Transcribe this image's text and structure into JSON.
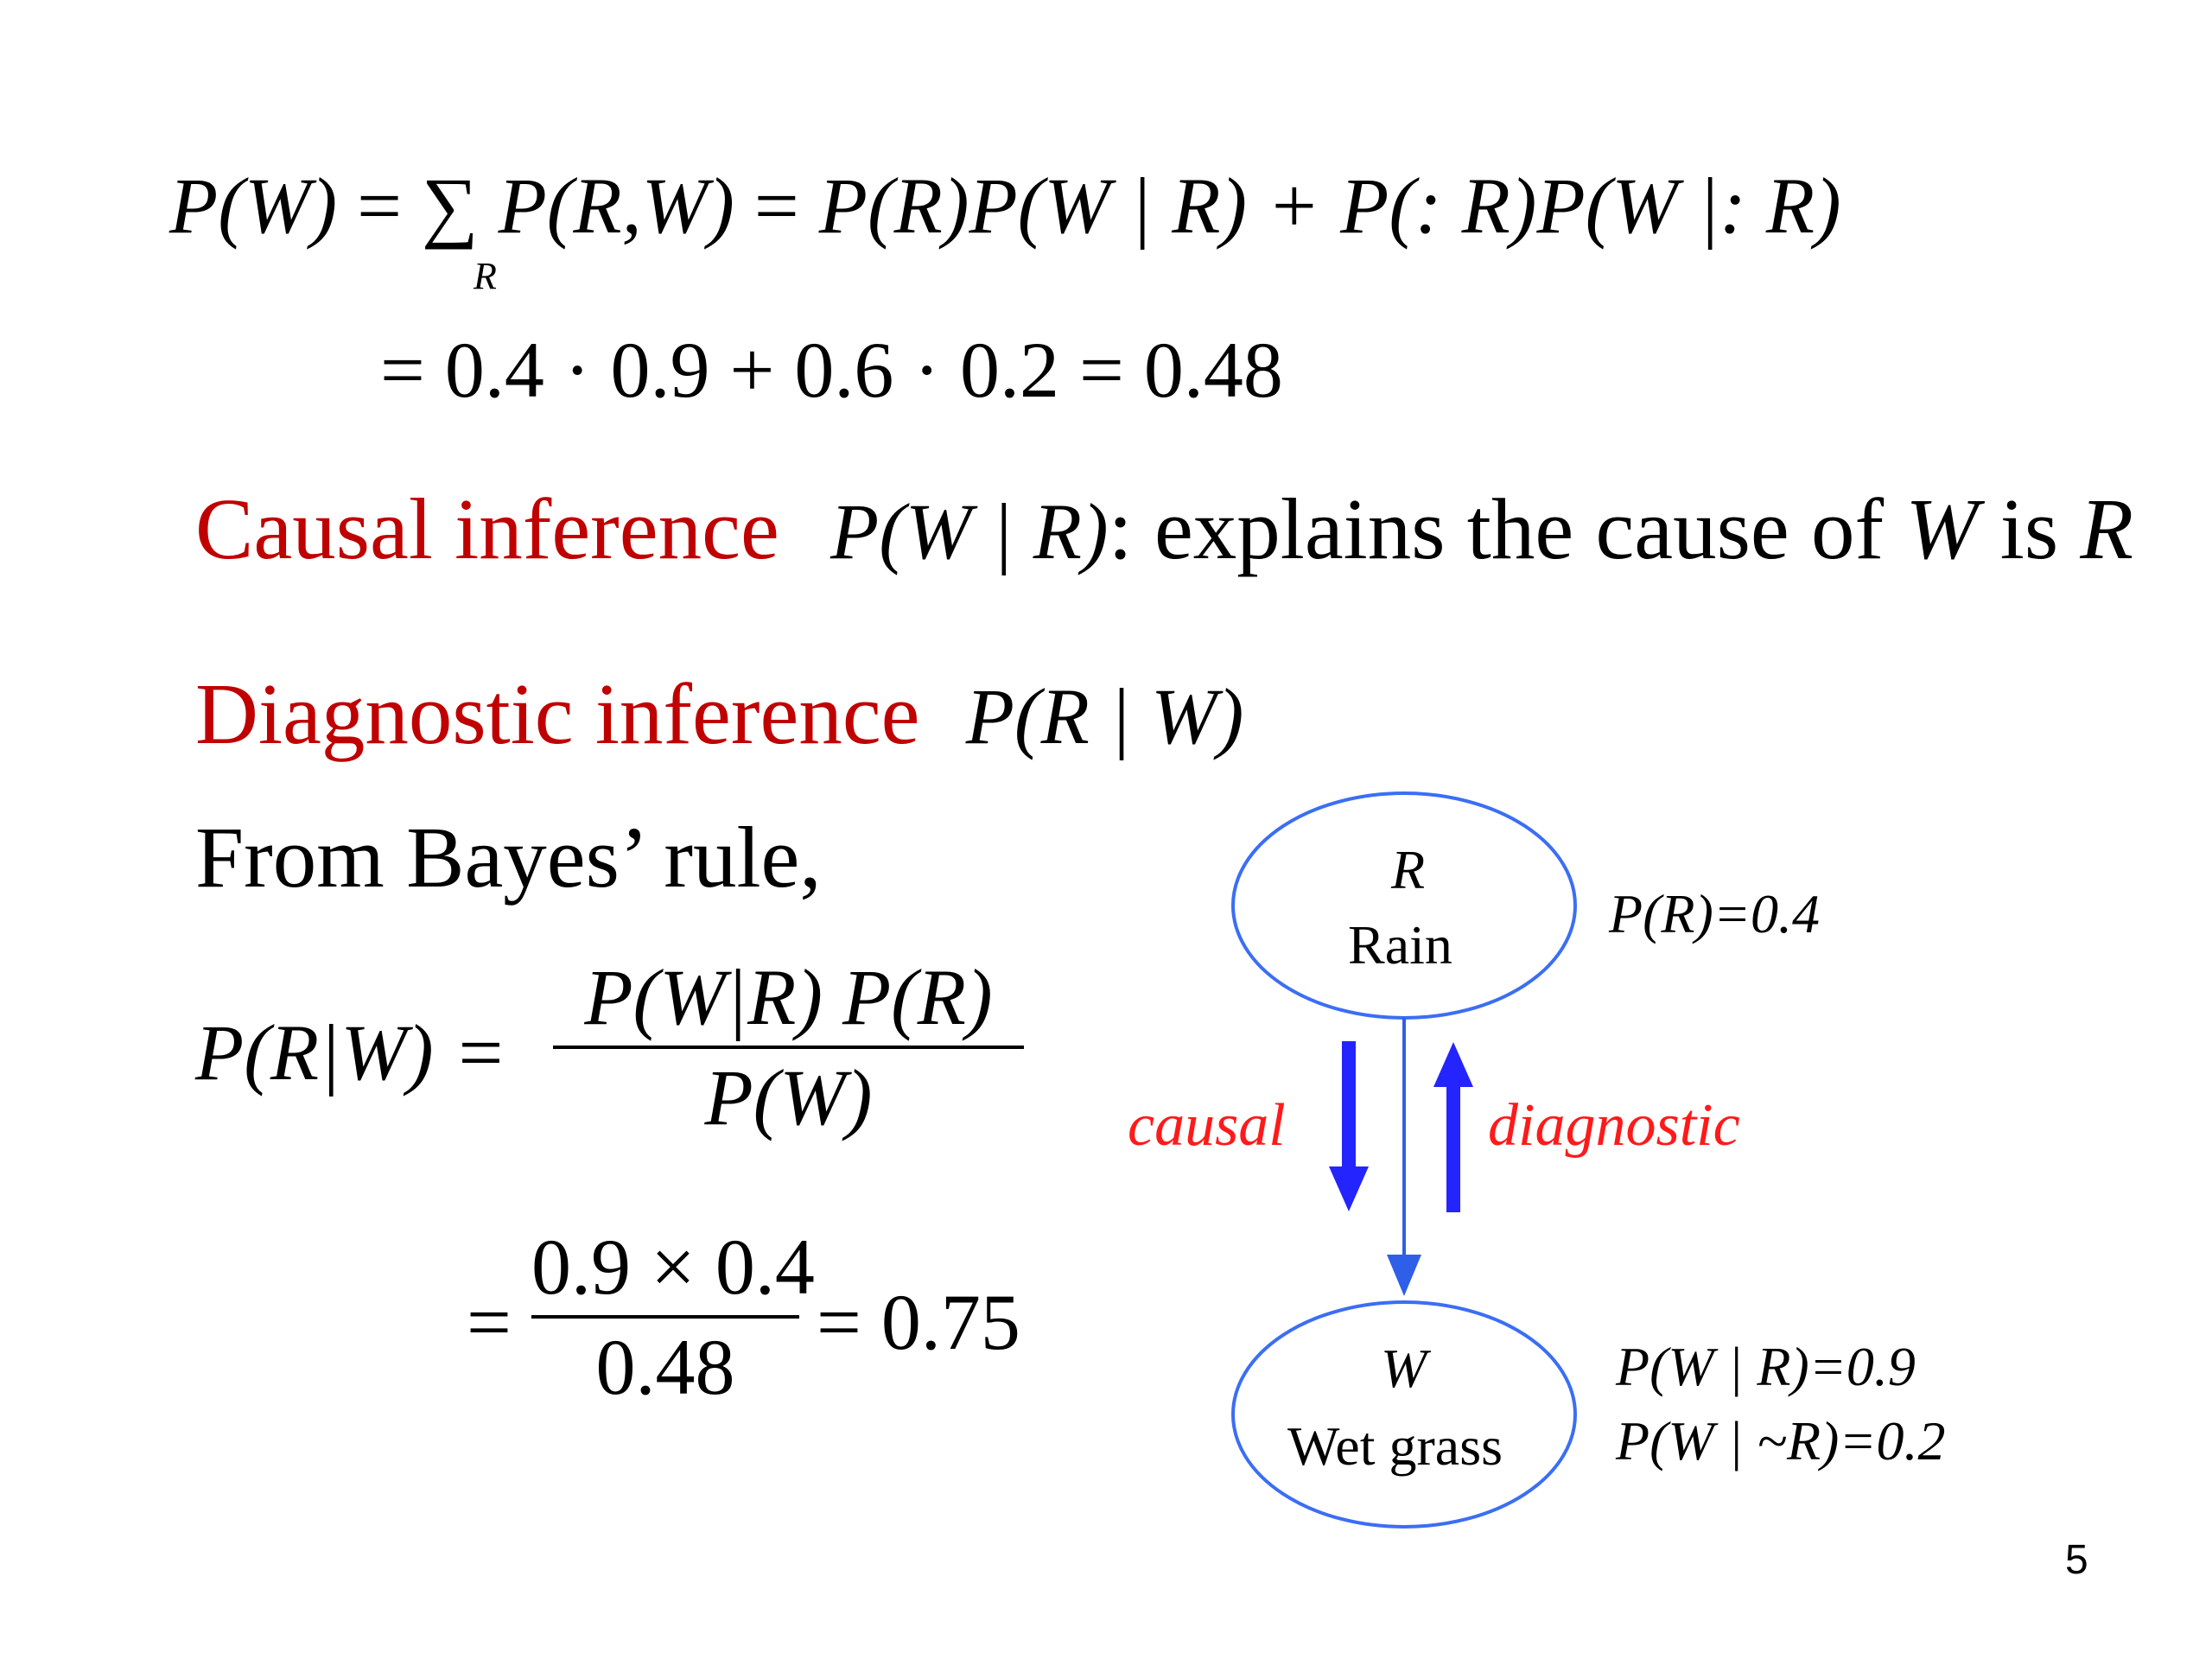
{
  "equations": {
    "pw_line1": {
      "lhs": "P(W)",
      "eq1": "=",
      "sum": "∑",
      "sum_sub": "R",
      "joint": "P(R,W)",
      "eq2": "=",
      "expansion": "P(R)P(W | R) + P(:   R)P(W |:   R)"
    },
    "pw_line2": "= 0.4 · 0.9 + 0.6 · 0.2 = 0.48"
  },
  "causal": {
    "label": "Causal inference",
    "expr": "P(W | R)",
    "text_a": ": explains the cause of ",
    "var_w": "W",
    "text_b": " is ",
    "var_r": "R"
  },
  "diagnostic": {
    "label": "Diagnostic inference",
    "expr": "P(R | W)"
  },
  "bayes": {
    "intro": "From Bayes’ rule,",
    "lhs": "P(R|W) =",
    "numerator": "P(W|R) P(R)",
    "denominator": "P(W)",
    "eq": "=",
    "num2": "0.9 × 0.4",
    "den2": "0.48",
    "result": "= 0.75"
  },
  "diagram": {
    "colors": {
      "node": "#3b6ef5",
      "edge": "#2f5fe8",
      "arrow": "#2424ff",
      "label": "#ff1a1a"
    },
    "node_r": {
      "var": "R",
      "name": "Rain",
      "prob": "P(R)=0.4"
    },
    "node_w": {
      "var": "W",
      "name": "Wet grass",
      "prob1": "P(W | R)=0.9",
      "prob2": "P(W | ~R)=0.2"
    },
    "causal_label": "causal",
    "diagnostic_label": "diagnostic"
  },
  "page_number": "5"
}
